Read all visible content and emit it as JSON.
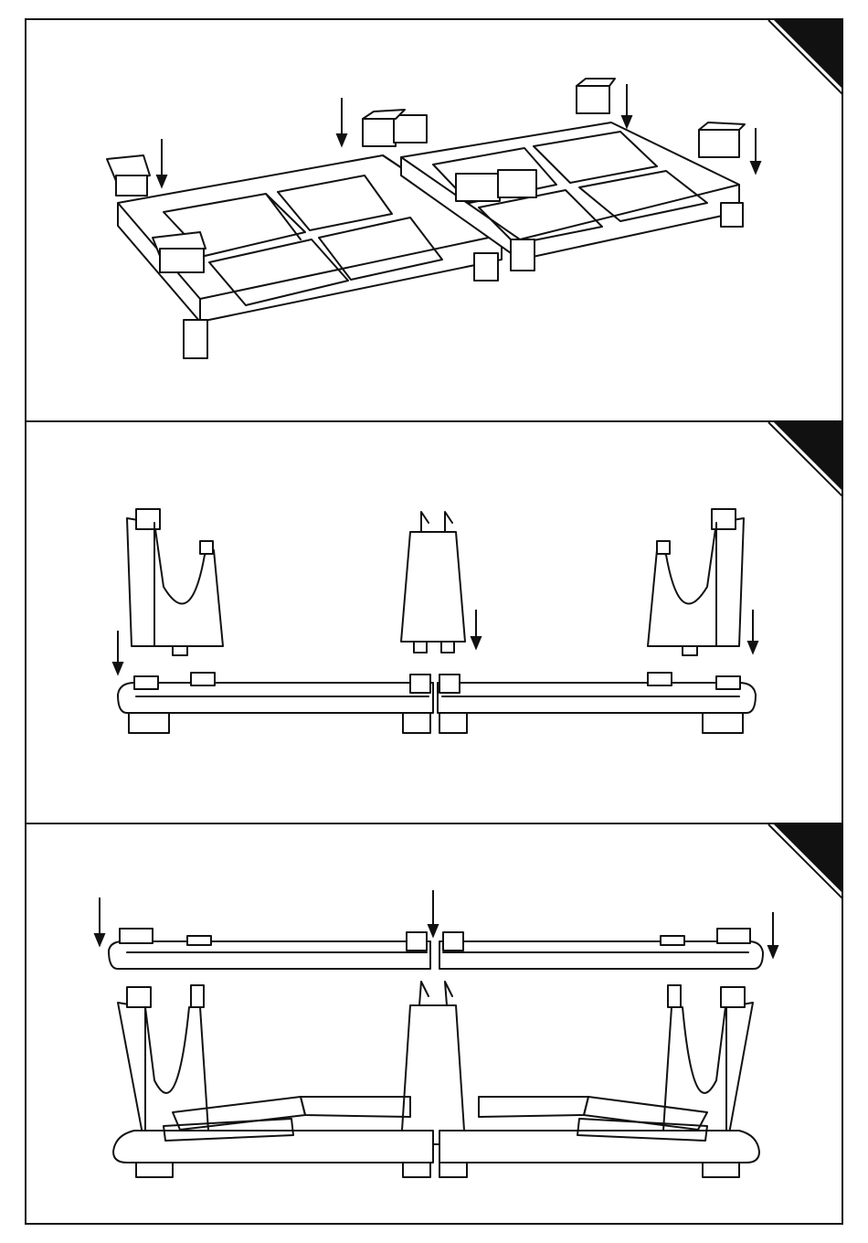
{
  "document": {
    "panels": [
      {
        "step_marker": "corner-triangle",
        "content": "base-frame-with-feet"
      },
      {
        "step_marker": "corner-triangle",
        "content": "uprights-onto-base"
      },
      {
        "step_marker": "corner-triangle",
        "content": "top-shelf-onto-uprights"
      }
    ]
  },
  "colors": {
    "ink": "#111111",
    "paper": "#ffffff"
  }
}
